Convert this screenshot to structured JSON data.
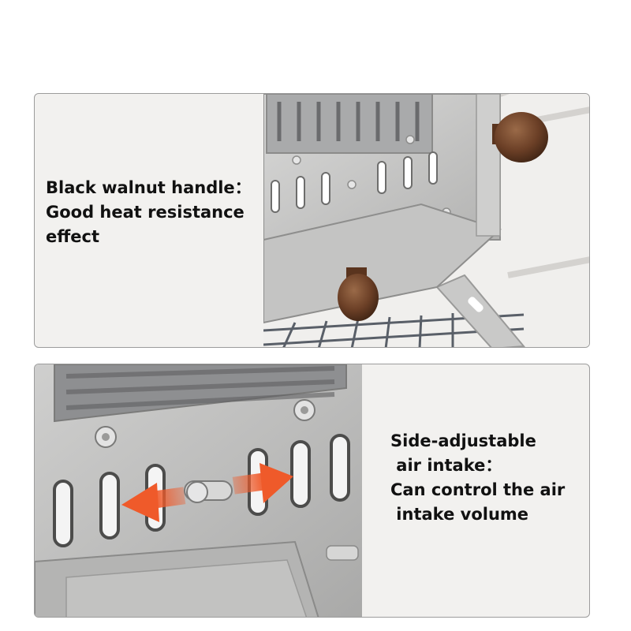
{
  "panels": {
    "top": {
      "caption_lines": [
        "Black walnut handle：",
        "Good heat resistance",
        "effect"
      ]
    },
    "bottom": {
      "caption_lines": [
        "Side-adjustable",
        " air intake：",
        "Can control the air",
        " intake volume"
      ]
    }
  },
  "icons": {
    "top_photo": "stove-walnut-handle-photo",
    "bottom_photo": "stove-air-intake-photo",
    "arrows": "double-arrow-icon"
  },
  "colors": {
    "panel_border": "#9c9c9c",
    "text": "#111111",
    "arrow": "#ef5a2a",
    "walnut": "#6b3f26"
  }
}
